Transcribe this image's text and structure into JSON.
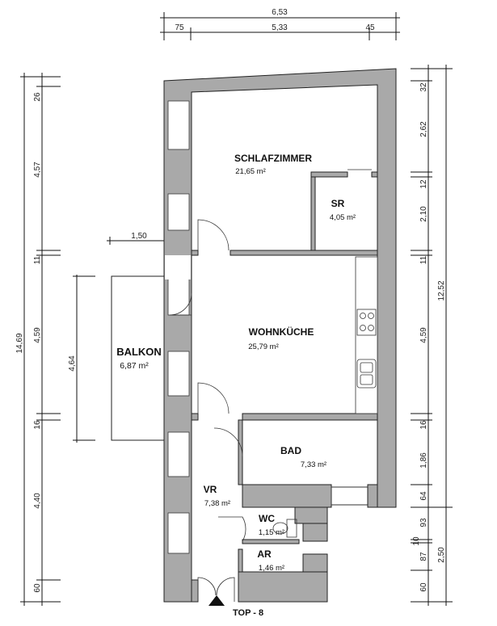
{
  "plan": {
    "unit_label": "TOP - 8",
    "dims_top": {
      "total": "6,53",
      "left": "75",
      "middle": "5,33",
      "right": "45"
    },
    "dims_left": {
      "total": "14,69",
      "segments": [
        "26",
        "4,57",
        "11",
        "4,59",
        "16",
        "4,40",
        "60"
      ]
    },
    "dims_right": {
      "total": "12,52",
      "total_bottom": "2,50",
      "segments": [
        "32",
        "2,62",
        "12",
        "2,10",
        "11",
        "4,59",
        "16",
        "1,86",
        "64",
        "93",
        "10",
        "87",
        "60"
      ]
    },
    "dims_balcony": {
      "width": "1,50",
      "length": "4,64"
    },
    "rooms": [
      {
        "name": "SCHLAFZIMMER",
        "area": "21,65 m²"
      },
      {
        "name": "SR",
        "area": "4,05 m²"
      },
      {
        "name": "WOHNKÜCHE",
        "area": "25,79 m²"
      },
      {
        "name": "BALKON",
        "area": "6,87 m²"
      },
      {
        "name": "BAD",
        "area": "7,33 m²"
      },
      {
        "name": "VR",
        "area": "7,38 m²"
      },
      {
        "name": "WC",
        "area": "1,15 m²"
      },
      {
        "name": "AR",
        "area": "1,46 m²"
      }
    ]
  }
}
